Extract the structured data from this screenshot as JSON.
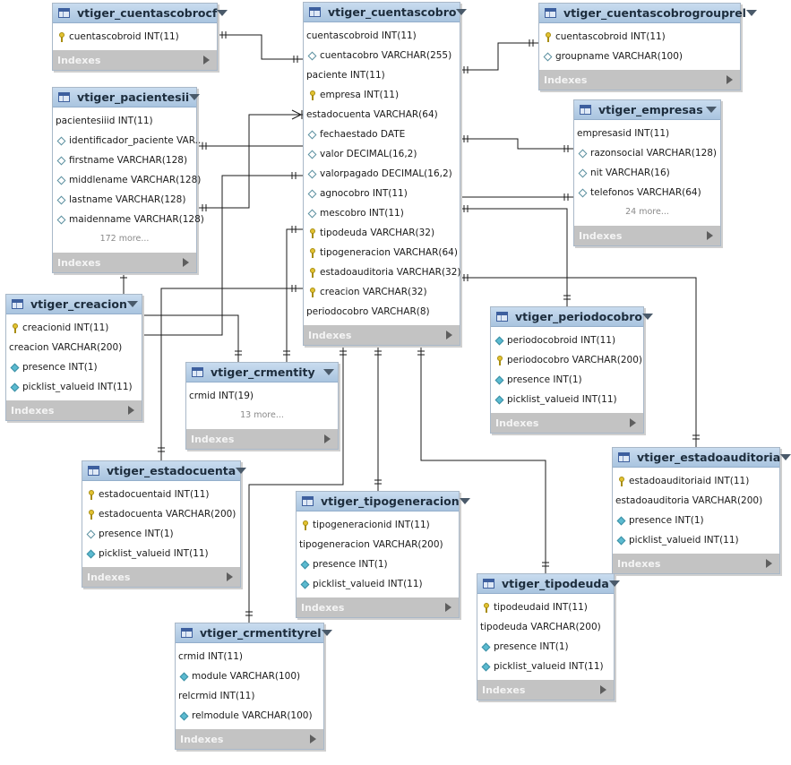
{
  "indexes_label": "Indexes",
  "tables": [
    {
      "id": "cuentascobrocf",
      "name": "vtiger_cuentascobrocf",
      "columns": [
        {
          "text": "cuentascobroid INT(11)",
          "icon": "key"
        }
      ]
    },
    {
      "id": "cuentascobro",
      "name": "vtiger_cuentascobro",
      "columns": [
        {
          "text": "cuentascobroid INT(11)",
          "icon": "none"
        },
        {
          "text": "cuentacobro VARCHAR(255)",
          "icon": "diamond"
        },
        {
          "text": "paciente INT(11)",
          "icon": "none"
        },
        {
          "text": "empresa INT(11)",
          "icon": "key"
        },
        {
          "text": "estadocuenta VARCHAR(64)",
          "icon": "none"
        },
        {
          "text": "fechaestado DATE",
          "icon": "diamond"
        },
        {
          "text": "valor DECIMAL(16,2)",
          "icon": "diamond"
        },
        {
          "text": "valorpagado DECIMAL(16,2)",
          "icon": "diamond"
        },
        {
          "text": "agnocobro INT(11)",
          "icon": "diamond"
        },
        {
          "text": "mescobro INT(11)",
          "icon": "diamond"
        },
        {
          "text": "tipodeuda VARCHAR(32)",
          "icon": "key"
        },
        {
          "text": "tipogeneracion VARCHAR(64)",
          "icon": "key"
        },
        {
          "text": "estadoauditoria VARCHAR(32)",
          "icon": "key"
        },
        {
          "text": "creacion VARCHAR(32)",
          "icon": "key"
        },
        {
          "text": "periodocobro VARCHAR(8)",
          "icon": "none"
        }
      ]
    },
    {
      "id": "cuentascobrogrouprel",
      "name": "vtiger_cuentascobrogrouprel",
      "columns": [
        {
          "text": "cuentascobroid INT(11)",
          "icon": "key"
        },
        {
          "text": "groupname VARCHAR(100)",
          "icon": "diamond"
        }
      ]
    },
    {
      "id": "pacientesii",
      "name": "vtiger_pacientesii",
      "columns": [
        {
          "text": "pacientesiiid INT(11)",
          "icon": "none"
        },
        {
          "text": "identificador_paciente VAR...",
          "icon": "diamond"
        },
        {
          "text": "firstname VARCHAR(128)",
          "icon": "diamond"
        },
        {
          "text": "middlename VARCHAR(128)",
          "icon": "diamond"
        },
        {
          "text": "lastname VARCHAR(128)",
          "icon": "diamond"
        },
        {
          "text": "maidenname VARCHAR(128)",
          "icon": "diamond"
        }
      ],
      "more": "172 more..."
    },
    {
      "id": "empresas",
      "name": "vtiger_empresas",
      "columns": [
        {
          "text": "empresasid INT(11)",
          "icon": "none"
        },
        {
          "text": "razonsocial VARCHAR(128)",
          "icon": "diamond"
        },
        {
          "text": "nit VARCHAR(16)",
          "icon": "diamond"
        },
        {
          "text": "telefonos VARCHAR(64)",
          "icon": "diamond"
        }
      ],
      "more": "24 more..."
    },
    {
      "id": "creacion",
      "name": "vtiger_creacion",
      "columns": [
        {
          "text": "creacionid INT(11)",
          "icon": "key"
        },
        {
          "text": "creacion VARCHAR(200)",
          "icon": "none"
        },
        {
          "text": "presence INT(1)",
          "icon": "diamond-filled"
        },
        {
          "text": "picklist_valueid INT(11)",
          "icon": "diamond-filled"
        }
      ]
    },
    {
      "id": "crmentity",
      "name": "vtiger_crmentity",
      "columns": [
        {
          "text": "crmid INT(19)",
          "icon": "none"
        }
      ],
      "more": "13 more..."
    },
    {
      "id": "periodocobro",
      "name": "vtiger_periodocobro",
      "columns": [
        {
          "text": "periodocobroid INT(11)",
          "icon": "diamond-filled"
        },
        {
          "text": "periodocobro VARCHAR(200)",
          "icon": "key"
        },
        {
          "text": "presence INT(1)",
          "icon": "diamond-filled"
        },
        {
          "text": "picklist_valueid INT(11)",
          "icon": "diamond-filled"
        }
      ]
    },
    {
      "id": "estadoauditoria",
      "name": "vtiger_estadoauditoria",
      "columns": [
        {
          "text": "estadoauditoriaid INT(11)",
          "icon": "key"
        },
        {
          "text": "estadoauditoria VARCHAR(200)",
          "icon": "none"
        },
        {
          "text": "presence INT(1)",
          "icon": "diamond-filled"
        },
        {
          "text": "picklist_valueid INT(11)",
          "icon": "diamond-filled"
        }
      ]
    },
    {
      "id": "estadocuenta",
      "name": "vtiger_estadocuenta",
      "columns": [
        {
          "text": "estadocuentaid INT(11)",
          "icon": "key"
        },
        {
          "text": "estadocuenta VARCHAR(200)",
          "icon": "key"
        },
        {
          "text": "presence INT(1)",
          "icon": "diamond"
        },
        {
          "text": "picklist_valueid INT(11)",
          "icon": "diamond-filled"
        }
      ]
    },
    {
      "id": "tipogeneracion",
      "name": "vtiger_tipogeneracion",
      "columns": [
        {
          "text": "tipogeneracionid INT(11)",
          "icon": "key"
        },
        {
          "text": "tipogeneracion VARCHAR(200)",
          "icon": "none"
        },
        {
          "text": "presence INT(1)",
          "icon": "diamond-filled"
        },
        {
          "text": "picklist_valueid INT(11)",
          "icon": "diamond-filled"
        }
      ]
    },
    {
      "id": "tipodeuda",
      "name": "vtiger_tipodeuda",
      "columns": [
        {
          "text": "tipodeudaid INT(11)",
          "icon": "key"
        },
        {
          "text": "tipodeuda VARCHAR(200)",
          "icon": "none"
        },
        {
          "text": "presence INT(1)",
          "icon": "diamond-filled"
        },
        {
          "text": "picklist_valueid INT(11)",
          "icon": "diamond-filled"
        }
      ]
    },
    {
      "id": "crmentityrel",
      "name": "vtiger_crmentityrel",
      "columns": [
        {
          "text": "crmid INT(11)",
          "icon": "none"
        },
        {
          "text": "module VARCHAR(100)",
          "icon": "diamond-filled"
        },
        {
          "text": "relcrmid INT(11)",
          "icon": "none"
        },
        {
          "text": "relmodule VARCHAR(100)",
          "icon": "diamond-filled"
        }
      ]
    }
  ]
}
